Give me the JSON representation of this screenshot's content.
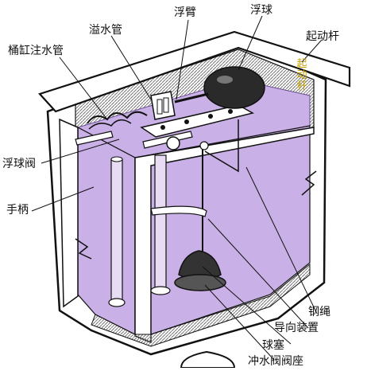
{
  "labels": {
    "tank_inlet": "桶缸注水管",
    "overflow_pipe": "溢水管",
    "float_arm": "浮臂",
    "float_ball": "浮球",
    "lift_rod": "起动杆",
    "lift_rod_on_tank": "起动杆",
    "float_valve": "浮球阀",
    "handle": "手柄",
    "chain": "钢绳",
    "guide": "导向装置",
    "stopper": "球塞",
    "flush_valve_seat": "冲水阀阀座"
  },
  "colors": {
    "water": "#c9b0e6",
    "water_dark": "#b696db",
    "outline": "#111111",
    "tank_wall": "#ffffff",
    "hatch": "#7a7a7a",
    "vertical_text": "#c8a000"
  }
}
